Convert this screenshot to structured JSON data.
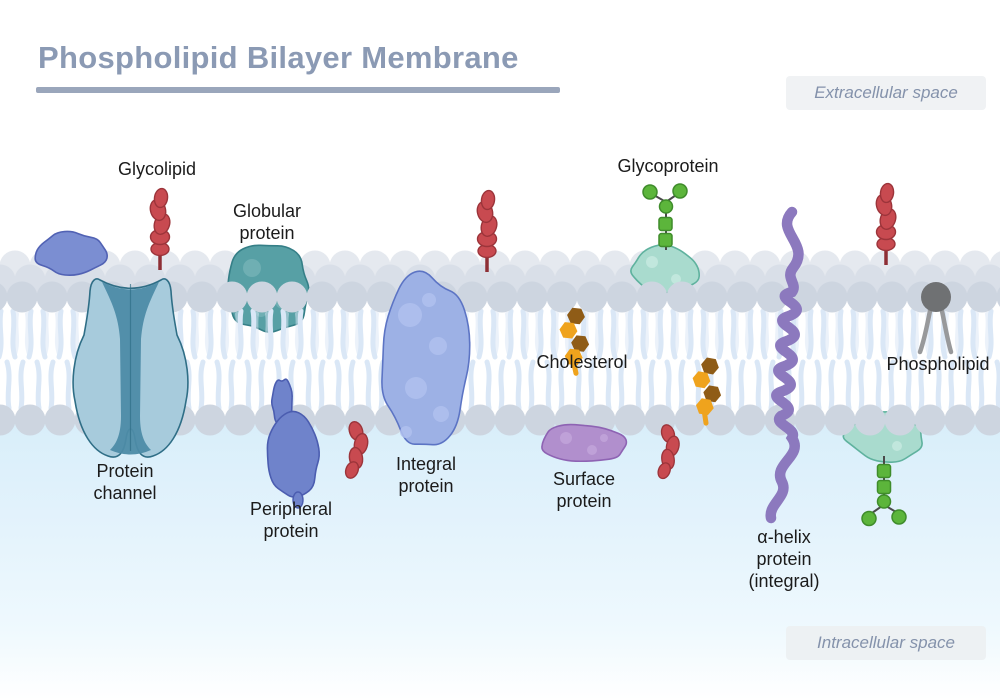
{
  "title": {
    "text": "Phospholipid Bilayer Membrane"
  },
  "regions": {
    "extracellular": "Extracellular space",
    "intracellular": "Intracellular space"
  },
  "labels": {
    "glycolipid": {
      "lines": [
        "Glycolipid"
      ]
    },
    "globular_protein": {
      "lines": [
        "Globular",
        "protein"
      ]
    },
    "protein_channel": {
      "lines": [
        "Protein",
        "channel"
      ]
    },
    "peripheral_protein": {
      "lines": [
        "Peripheral",
        "protein"
      ]
    },
    "integral_protein": {
      "lines": [
        "Integral",
        "protein"
      ]
    },
    "cholesterol": {
      "lines": [
        "Cholesterol"
      ]
    },
    "surface_protein": {
      "lines": [
        "Surface",
        "protein"
      ]
    },
    "glycoprotein": {
      "lines": [
        "Glycoprotein"
      ]
    },
    "alpha_helix": {
      "lines": [
        "α-helix",
        "protein",
        "(integral)"
      ]
    },
    "phospholipid": {
      "lines": [
        "Phospholipid"
      ]
    }
  },
  "colors": {
    "title_text": "#8b9ab4",
    "title_underline": "#9aa6bb",
    "badge_bg": "#f0f2f4",
    "badge_text": "#8492ab",
    "label_text": "#1b1b1b",
    "head_back": "#e5e9ef",
    "head_mid": "#d9dfe8",
    "head_front": "#cdd5e0",
    "tail": "#dae7f6",
    "intracellular_top": "#d8eefa",
    "intracellular_bottom": "#ffffff",
    "channel_body": "#a7cbdc",
    "channel_inner": "#4d8ba6",
    "channel_stroke": "#2f6e86",
    "globular": "#57a0a5",
    "globular_stroke": "#357f87",
    "globular_light": "#73b2b5",
    "blob_topleft": "#7b8ed2",
    "blob_topleft_stroke": "#5162b4",
    "peripheral": "#6f83cb",
    "peripheral_stroke": "#4b5db0",
    "integral": "#9db1e5",
    "integral_stroke": "#5c74c4",
    "integral_light": "#b0c1ee",
    "surface": "#b18fcd",
    "surface_stroke": "#8e63b3",
    "surface_light": "#c2a4d9",
    "glyco_blob": "#a9dbce",
    "glyco_blob_stroke": "#5fb29e",
    "glyco_blob_light": "#c6e9df",
    "sugar_green": "#5cb53b",
    "sugar_green_stroke": "#3f8c2b",
    "chain_line": "#4a4a4a",
    "red_chain": "#c84a50",
    "red_chain_stroke": "#9c343a",
    "red_stem": "#8e2f35",
    "chol_dark": "#8f5c17",
    "chol_orange": "#efa31d",
    "helix": "#8c79be",
    "phospholipid_head": "#6f7173",
    "phospholipid_tail": "#98999b"
  }
}
